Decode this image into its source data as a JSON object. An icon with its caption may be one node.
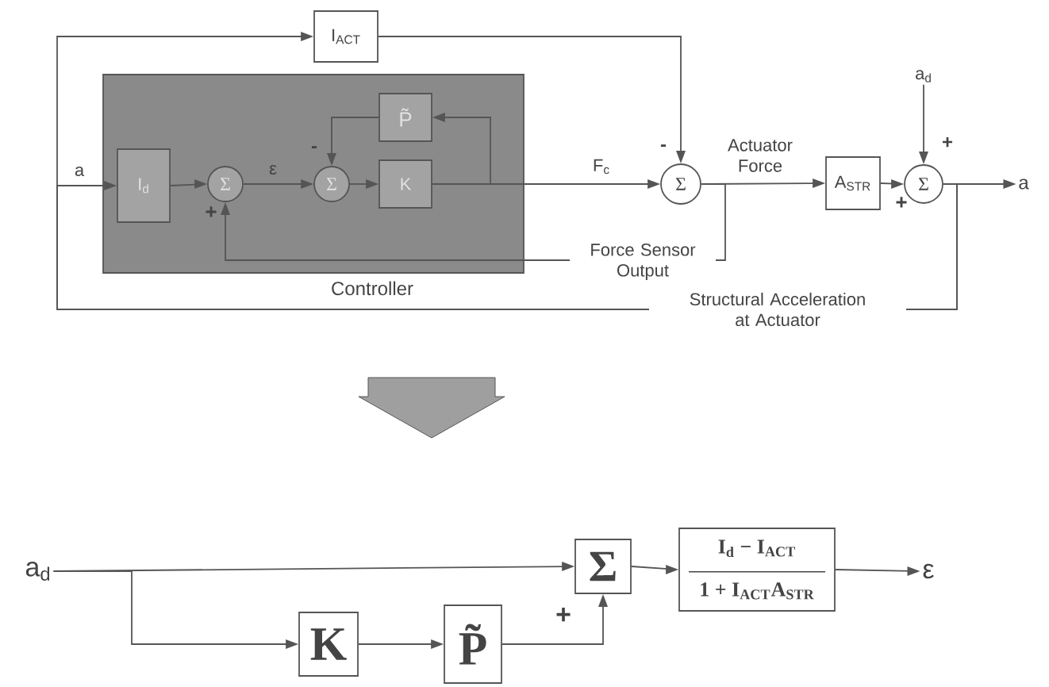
{
  "diagram": {
    "nodes": [
      {
        "text": [
          "I$_{ACT}$"
        ]
      },
      {
        "text": [
          "Controller"
        ]
      },
      {
        "text": [
          "I$_{d}$"
        ],
        "in": 1
      },
      {
        "text": [
          "Σ"
        ],
        "in": 1
      },
      {
        "text": [
          "P̃"
        ],
        "in": 1
      },
      {
        "text": [
          "Σ"
        ],
        "in": 1
      },
      {
        "text": [
          "K"
        ],
        "in": 1
      },
      {
        "text": [
          "Σ"
        ]
      },
      {
        "text": [
          "a$_{d}$"
        ]
      },
      {
        "text": [
          "A$_{STR}$"
        ]
      },
      {
        "text": [
          "Σ"
        ]
      },
      {
        "text": [
          "a"
        ]
      },
      {
        "text": [
          "a$_{d}$"
        ]
      },
      {
        "text": [
          "Σ"
        ]
      },
      {
        "text": [
          "I$_{d}$ − I$_{ACT}$",
          "1 + I$_{ACT}$A$_{STR}$"
        ]
      },
      {
        "text": [
          "ε"
        ]
      },
      {
        "text": [
          "K"
        ]
      },
      {
        "text": [
          "P̃"
        ]
      }
    ],
    "edges": [
      {
        "from": 10,
        "to": 0,
        "arrow": "to",
        "label": "Structural Acceleration at Actuator"
      },
      {
        "from": 10,
        "to": 2,
        "arrow": "to",
        "label": "a"
      },
      {
        "from": 2,
        "to": 3,
        "arrow": "to"
      },
      {
        "from": 3,
        "to": 5,
        "arrow": "to",
        "label": "ε"
      },
      {
        "from": 5,
        "to": 6,
        "arrow": "to"
      },
      {
        "from": 6,
        "to": 4,
        "arrow": "to"
      },
      {
        "from": 4,
        "to": 5,
        "arrow": "to"
      },
      {
        "from": 6,
        "to": 7,
        "arrow": "to",
        "label": "F$_{c}$"
      },
      {
        "from": 0,
        "to": 7,
        "arrow": "to"
      },
      {
        "from": 7,
        "to": 9,
        "arrow": "to",
        "label": "Actuator Force"
      },
      {
        "from": 7,
        "to": 3,
        "arrow": "to",
        "label": "Force Sensor Output"
      },
      {
        "from": 9,
        "to": 10,
        "arrow": "to"
      },
      {
        "from": 8,
        "to": 10,
        "arrow": "to"
      },
      {
        "from": 10,
        "to": 11,
        "arrow": "to"
      },
      {
        "from": 12,
        "to": 13,
        "arrow": "to"
      },
      {
        "from": 12,
        "to": 16,
        "arrow": "to"
      },
      {
        "from": 16,
        "to": 17,
        "arrow": "to"
      },
      {
        "from": 17,
        "to": 13,
        "arrow": "to"
      },
      {
        "from": 13,
        "to": 14,
        "arrow": "to"
      },
      {
        "from": 14,
        "to": 15,
        "arrow": "to"
      }
    ],
    "labels": [
      "+",
      "-",
      "-",
      "+",
      "+",
      "+"
    ]
  }
}
